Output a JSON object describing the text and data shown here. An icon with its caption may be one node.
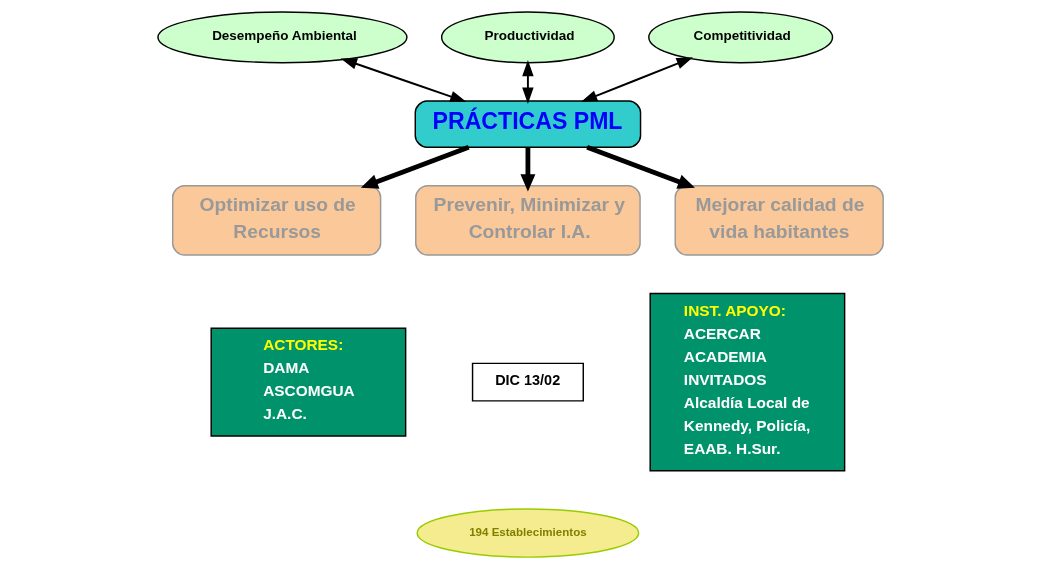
{
  "diagram": {
    "nodes": [
      {
        "text": [
          "Desempeño Ambiental"
        ]
      },
      {
        "text": [
          "Productividad"
        ]
      },
      {
        "text": [
          "Competitividad"
        ]
      },
      {
        "text": [
          "PRÁCTICAS PML"
        ]
      },
      {
        "text": [
          "Optimizar uso de Recursos"
        ]
      },
      {
        "text": [
          "Prevenir, Minimizar y Controlar I.A."
        ]
      },
      {
        "text": [
          "Mejorar calidad de vida habitantes"
        ]
      },
      {
        "text": [
          "ACTORES:",
          "DAMA",
          "ASCOMGUA",
          "J.A.C."
        ]
      },
      {
        "text": [
          "DIC 13/02"
        ]
      },
      {
        "text": [
          "194 Establecimientos"
        ]
      },
      {
        "text": [
          "INST. APOYO:",
          "ACERCAR",
          "ACADEMIA",
          "INVITADOS",
          "Alcaldía Local de Kennedy, Policía, EAAB. H.Sur."
        ]
      }
    ],
    "edges": [
      {
        "from": 0,
        "to": 3,
        "arrow": "both"
      },
      {
        "from": 1,
        "to": 3,
        "arrow": "both"
      },
      {
        "from": 2,
        "to": 3,
        "arrow": "both"
      },
      {
        "from": 3,
        "to": 4,
        "arrow": "to",
        "style": "thick"
      },
      {
        "from": 3,
        "to": 5,
        "arrow": "to",
        "style": "thick"
      },
      {
        "from": 3,
        "to": 6,
        "arrow": "to",
        "style": "thick"
      }
    ]
  }
}
